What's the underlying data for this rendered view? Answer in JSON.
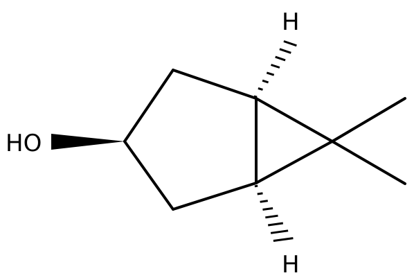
{
  "labels": {
    "hydroxyl": "HO",
    "h_top": "H",
    "h_bottom": "H"
  },
  "style": {
    "bond_color": "#000000",
    "background": "#ffffff"
  }
}
